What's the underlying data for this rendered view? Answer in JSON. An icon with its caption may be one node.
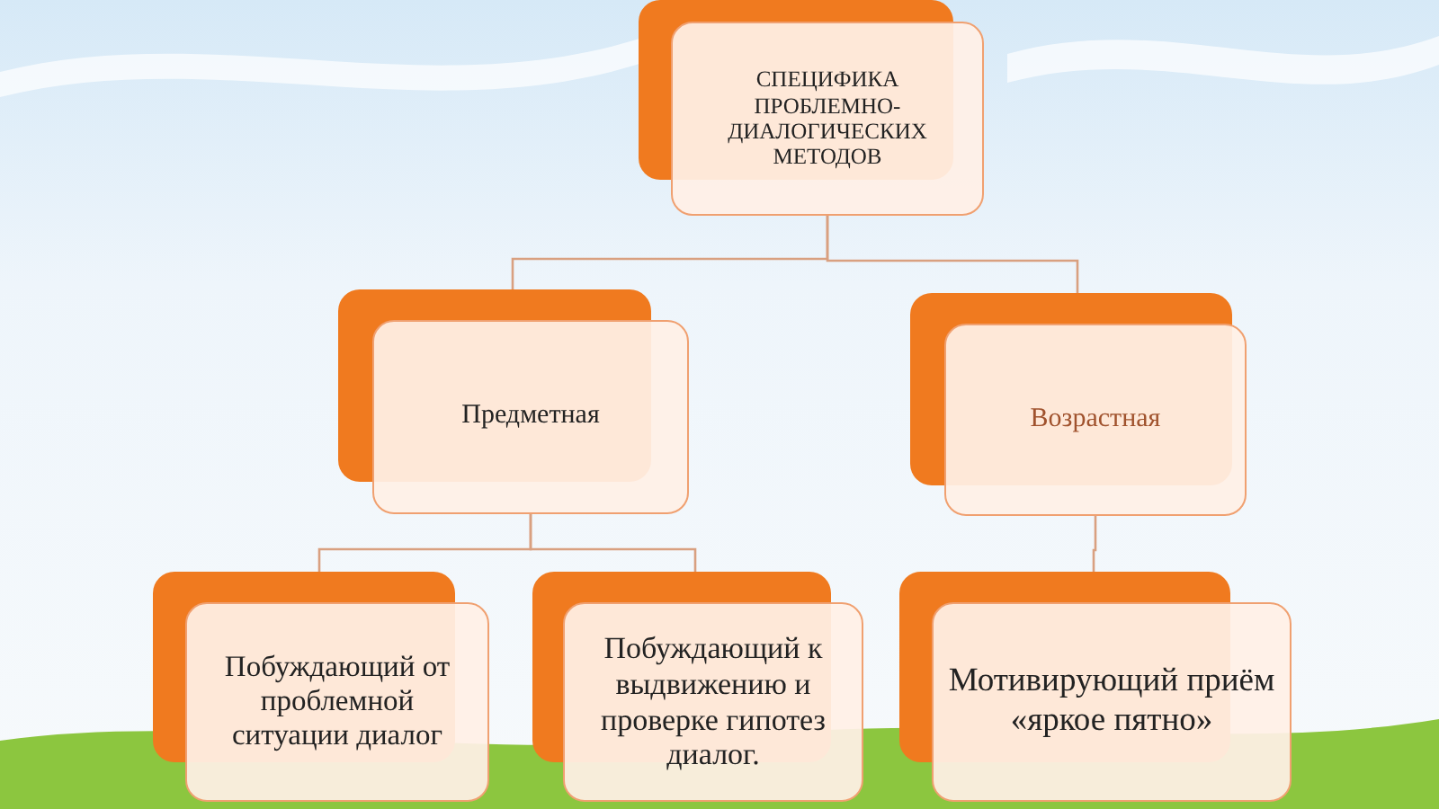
{
  "diagram": {
    "nodes": [
      {
        "text": [
          "СПЕЦИФИКА ПРОБЛЕМНО-ДИАЛОГИЧЕСКИХ МЕТОДОВ"
        ]
      },
      {
        "text": [
          "Предметная"
        ]
      },
      {
        "text": [
          "Возрастная"
        ]
      },
      {
        "text": [
          "Побуждающий от проблемной ситуации диалог"
        ]
      },
      {
        "text": [
          "Побуждающий к выдвижению и проверке гипотез диалог."
        ]
      },
      {
        "text": [
          "Мотивирующий приём «яркое пятно»"
        ]
      }
    ],
    "edges": [
      {
        "from": 0,
        "to": 1,
        "arrow": "none"
      },
      {
        "from": 0,
        "to": 2,
        "arrow": "none"
      },
      {
        "from": 1,
        "to": 3,
        "arrow": "none"
      },
      {
        "from": 1,
        "to": 4,
        "arrow": "none"
      },
      {
        "from": 2,
        "to": 5,
        "arrow": "none"
      }
    ]
  }
}
